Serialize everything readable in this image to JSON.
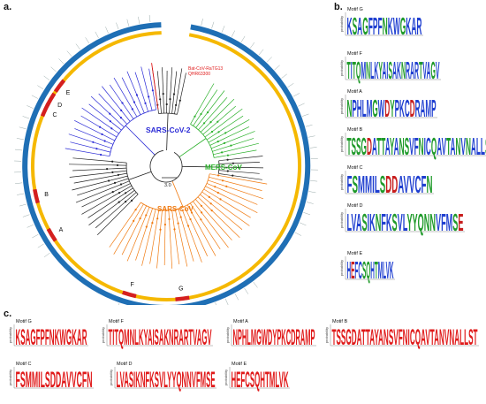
{
  "panels": {
    "a": "a.",
    "b": "b.",
    "c": "c."
  },
  "clades": {
    "sars2": "SARS-CoV-2",
    "mers": "MERS-CoV",
    "sars": "SARS-CoV",
    "batcov": "Bat-CoV-RaTG13",
    "batcov_id": "QHR63300",
    "scale": "3.0"
  },
  "ring_markers": [
    "A",
    "B",
    "C",
    "D",
    "E",
    "F",
    "G"
  ],
  "colors": {
    "outer_ring": "#1f6fb5",
    "inner_ring": "#f5b800",
    "marker": "#d41f1f",
    "sars2": "#2b2bd6",
    "mers": "#2ab02a",
    "sars": "#f07a10",
    "batcov": "#e01a1a",
    "other": "#222222"
  },
  "logo_axis_label": "probability",
  "motifs_b": [
    {
      "name": "Motif G",
      "seq": "KSAGFPFNKWGKAR"
    },
    {
      "name": "Motif F",
      "seq": "TITQMNLKYAISAKNRARTVAGV"
    },
    {
      "name": "Motif A",
      "seq": "NPHLMGWDYPKCDRAMP"
    },
    {
      "name": "Motif B",
      "seq": "TSSGDATTAYANSVFNICQAVTANVNALLST"
    },
    {
      "name": "Motif C",
      "seq": "FSMMILSDDAVVCFN"
    },
    {
      "name": "Motif D",
      "seq": "LVASIKNFKSVLYYQNNVFMSE"
    },
    {
      "name": "Motif E",
      "seq": "HEFCSQHTMLVK"
    }
  ],
  "motifs_c": [
    {
      "name": "Motif G",
      "seq": "KSAGFPFNKWGKAR"
    },
    {
      "name": "Motif F",
      "seq": "TITQMNLKYAISAKNRARTVAGV"
    },
    {
      "name": "Motif A",
      "seq": "NPHLMGWDYPKCDRAMP"
    },
    {
      "name": "Motif B",
      "seq": "TSSGDATTAYANSVFNICQAVTANVNALLST"
    },
    {
      "name": "Motif C",
      "seq": "FSMMILSDDAVVCFN"
    },
    {
      "name": "Motif D",
      "seq": "LVASIKNFKSVLYYQNNVFMSE"
    },
    {
      "name": "Motif E",
      "seq": "HEFCSQHTMLVK"
    }
  ]
}
